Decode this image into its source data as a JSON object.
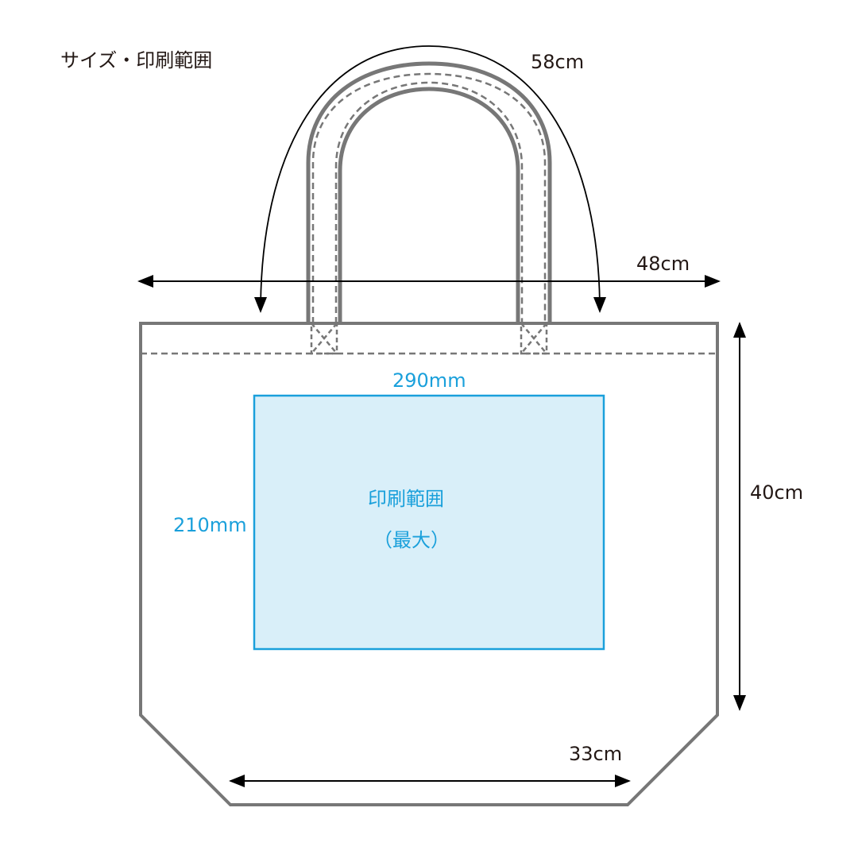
{
  "title": "サイズ・印刷範囲",
  "dimensions": {
    "handle_length": "58cm",
    "width_top": "48cm",
    "height": "40cm",
    "width_bottom": "33cm"
  },
  "print_area": {
    "width": "290mm",
    "height": "210mm",
    "label_line1": "印刷範囲",
    "label_line2": "（最大）"
  },
  "colors": {
    "outline": "#777777",
    "arrow": "#000000",
    "print_fill": "#d9eff9",
    "print_stroke": "#1aa0db",
    "print_text": "#1aa0db"
  }
}
